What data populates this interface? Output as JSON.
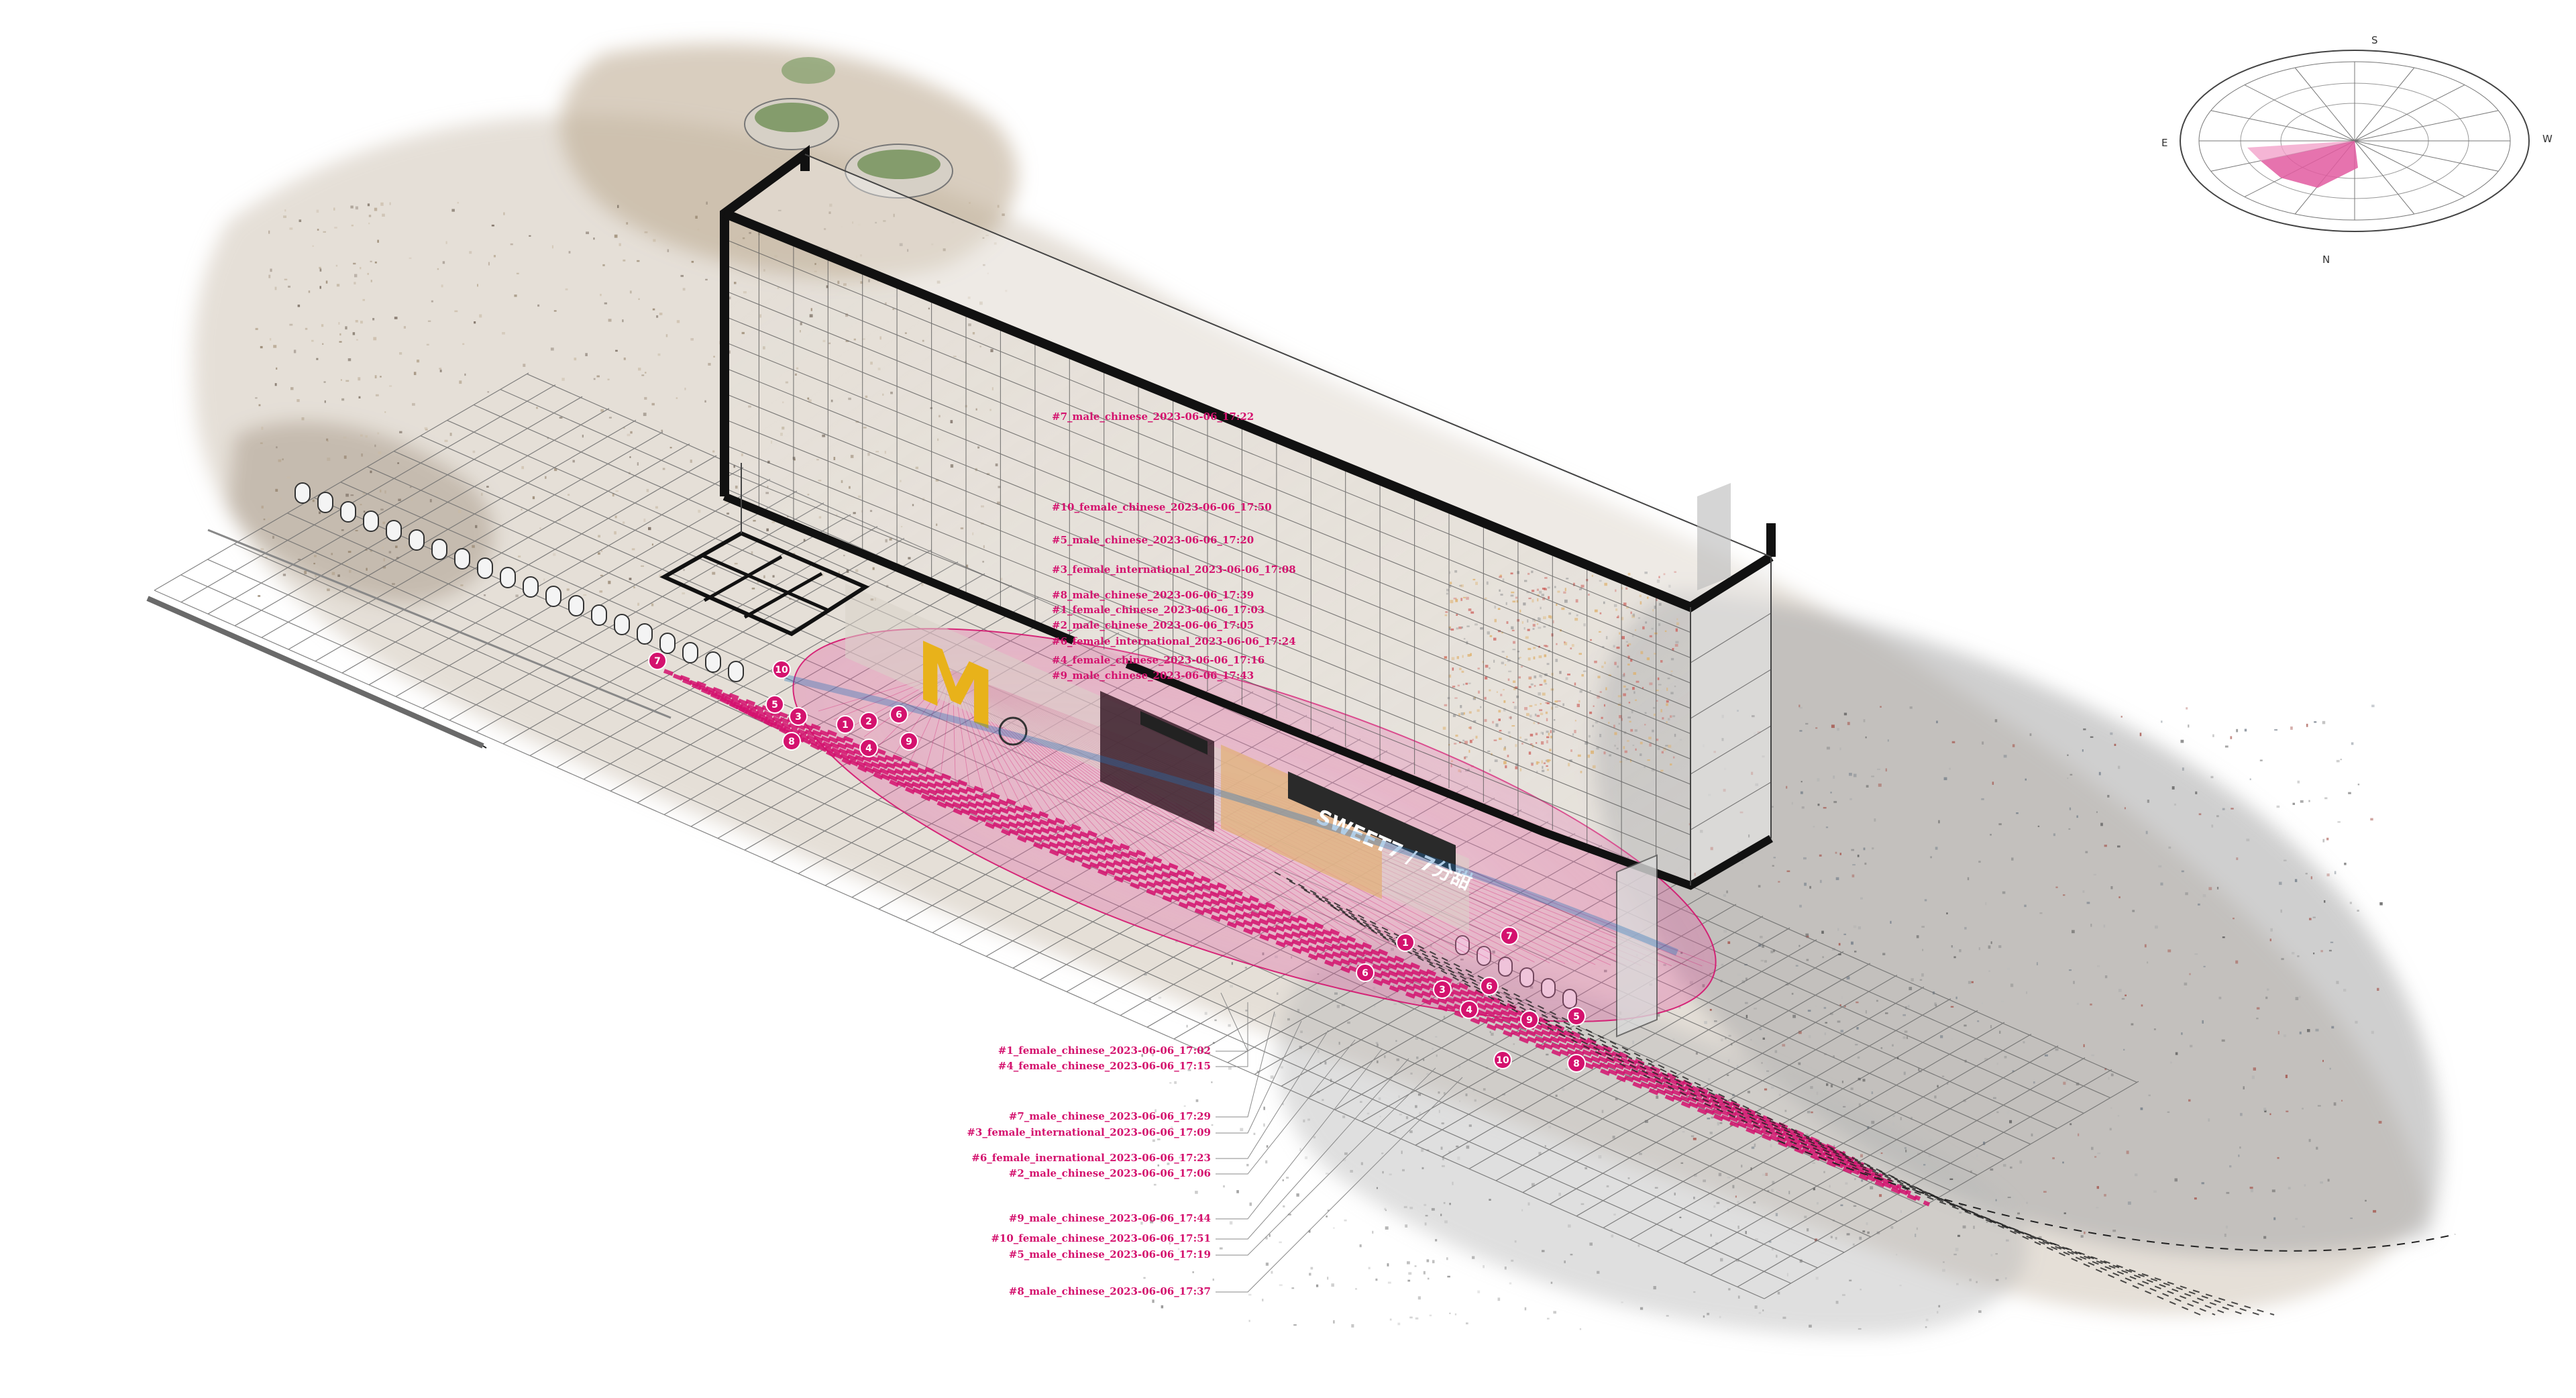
{
  "colors": {
    "accent": "#d4126e",
    "accent_fill": "#ee77b8",
    "structure": "#111111",
    "grid": "#6e6e6e",
    "pointcloud_warm": "#b9a58c",
    "pointcloud_grey": "#9a9a9a"
  },
  "signage": {
    "logo": "M",
    "shop_sign": "SWEET7 / 7分甜"
  },
  "compass": {
    "north": "N",
    "south": "S",
    "east": "E",
    "west": "W"
  },
  "upper_labels": [
    "#7_male_chinese_2023-06-06_17:22",
    "#10_female_chinese_2023-06-06_17:50",
    "#5_male_chinese_2023-06-06_17:20",
    "#3_female_international_2023-06-06_17:08",
    "#8_male_chinese_2023-06-06_17:39",
    "#1_female_chinese_2023-06-06_17:03",
    "#2_male_chinese_2023-06-06_17:05",
    "#6_female_international_2023-06-06_17:24",
    "#4_female_chinese_2023-06-06_17:16",
    "#9_male_chinese_2023-06-06_17:43"
  ],
  "lower_labels": [
    "#1_female_chinese_2023-06-06_17:02",
    "#4_female_chinese_2023-06-06_17:15",
    "#7_male_chinese_2023-06-06_17:29",
    "#3_female_international_2023-06-06_17:09",
    "#6_female_inernational_2023-06-06_17:23",
    "#2_male_chinese_2023-06-06_17:06",
    "#9_male_chinese_2023-06-06_17:44",
    "#10_female_chinese_2023-06-06_17:51",
    "#5_male_chinese_2023-06-06_17:19",
    "#8_male_chinese_2023-06-06_17:37"
  ],
  "markers_left": [
    "7",
    "10",
    "5",
    "3",
    "8",
    "1",
    "2",
    "6",
    "4",
    "9"
  ],
  "markers_right": [
    "1",
    "7",
    "6",
    "3",
    "6",
    "4",
    "9",
    "5",
    "10",
    "8"
  ]
}
